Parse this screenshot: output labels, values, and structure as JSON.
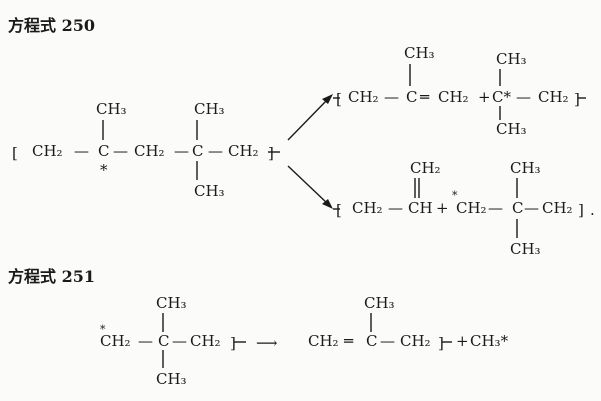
{
  "equation_250": {
    "heading": "方程式 250",
    "reactant": {
      "open_bracket": "[",
      "ch2_a": "CH₂",
      "dash_1": "—",
      "c_center": "C",
      "radical_mark": "*",
      "dash_2": "—",
      "ch2_b": "CH₂",
      "dash_3": "—",
      "c_quaternary": "C",
      "dash_4": "—",
      "ch2_c": "CH₂",
      "close_bracket": "]",
      "methyl_top_1": "CH₃",
      "methyl_top_2": "CH₃",
      "methyl_bottom": "CH₃"
    },
    "product_a": {
      "open_bracket": "[",
      "ch2_a": "CH₂",
      "dash_1": "—",
      "c_vinyl": "C",
      "double_bond": "═",
      "ch2_b": "CH₂",
      "plus": "+",
      "c_radical": "C*",
      "dash_2": "—",
      "ch2_c": "CH₂",
      "close_bracket": "]",
      "methyl_top_vinyl": "CH₃",
      "methyl_top_radical": "CH₃",
      "methyl_bottom_radical": "CH₃"
    },
    "product_b": {
      "open_bracket": "[",
      "ch2_a": "CH₂",
      "dash_1": "—",
      "ch": "CH",
      "plus": "+",
      "radical_mark": "*",
      "ch2_radical": "CH₂",
      "dash_2": "—",
      "c_quaternary": "C",
      "dash_3": "—",
      "ch2_c": "CH₂",
      "close_bracket": "]",
      "period": ".",
      "methylene_top": "CH₂",
      "methyl_top": "CH₃",
      "methyl_bottom": "CH₃"
    }
  },
  "equation_251": {
    "heading": "方程式 251",
    "reactant": {
      "radical_mark": "*",
      "ch2_a": "CH₂",
      "dash_1": "—",
      "c_center": "C",
      "dash_2": "—",
      "ch2_b": "CH₂",
      "close_bracket": "]",
      "methyl_top": "CH₃",
      "methyl_bottom": "CH₃"
    },
    "arrow": "⟶",
    "product": {
      "ch2_a": "CH₂",
      "double_bond": "═",
      "c_center": "C",
      "dash_1": "—",
      "ch2_b": "CH₂",
      "close_bracket": "]",
      "plus": "+",
      "methyl_radical": "CH₃*",
      "methyl_top": "CH₃"
    }
  }
}
